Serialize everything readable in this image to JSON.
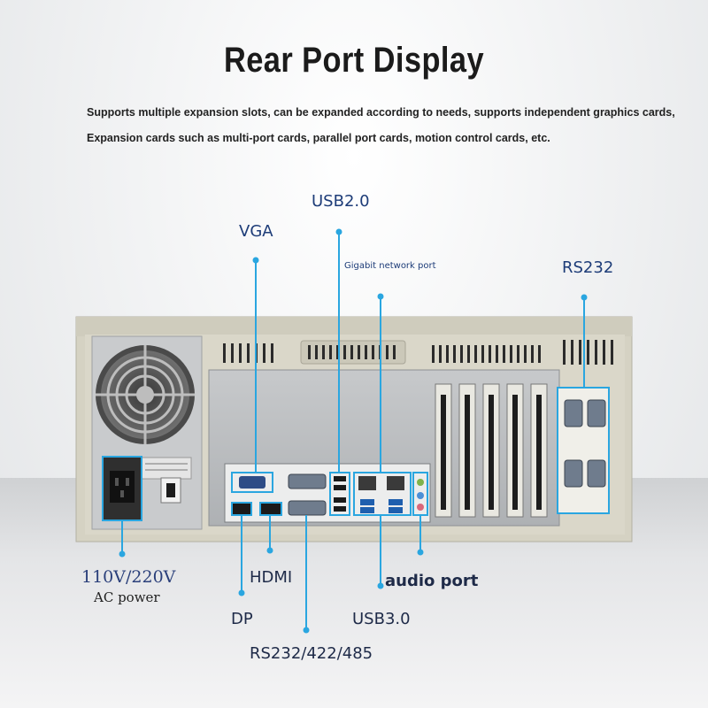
{
  "title": "Rear Port Display",
  "description": {
    "line1": "Supports multiple expansion slots, can be expanded according to needs, supports independent graphics cards,",
    "line2": "Expansion cards such as multi-port cards, parallel port cards, motion control cards, etc."
  },
  "labels": {
    "vga": "VGA",
    "usb2": "USB2.0",
    "gigabit": "Gigabit network port",
    "rs232": "RS232",
    "power_voltage": "110V/220V",
    "power_ac": "AC power",
    "hdmi": "HDMI",
    "dp": "DP",
    "audio": "audio port",
    "usb3": "USB3.0",
    "rs485": "RS232/422/485"
  },
  "colors": {
    "callout": "#2aa6e0",
    "chassis": "#d7d4c6",
    "panel": "#b9bcbf"
  }
}
